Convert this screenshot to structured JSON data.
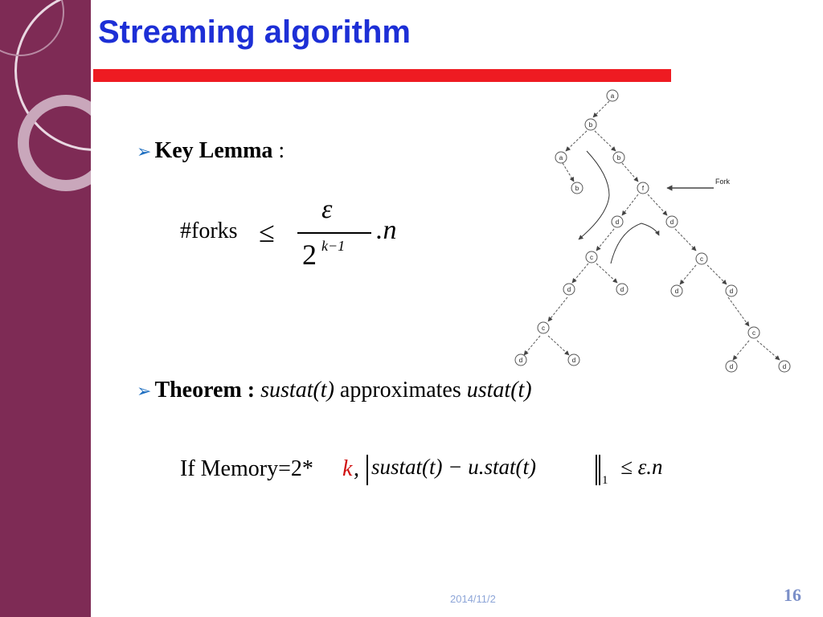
{
  "slide": {
    "title": "Streaming algorithm",
    "bullet1": {
      "label": "Key Lemma",
      "suffix": " :"
    },
    "lemma": {
      "lhs": "#forks",
      "op": "≤",
      "numerator": "ε",
      "denominator_base": "2",
      "denominator_exp": "k−1",
      "tail": ".n"
    },
    "bullet2": {
      "label": "Theorem :",
      "subject": "sustat(t)",
      "verb": " approximates ",
      "object": "ustat(t)"
    },
    "condition": {
      "prefix": "If Memory=2*",
      "k": "k",
      "comma": ",",
      "expr": "sustat(t) − u.stat(t)",
      "norm_sub": "1",
      "rhs": "≤ ε.n"
    },
    "date": "2014/11/2",
    "page": "16"
  },
  "tree": {
    "nodes": [
      "a",
      "b",
      "a",
      "b",
      "b",
      "f",
      "d",
      "d",
      "c",
      "c",
      "d",
      "d",
      "d",
      "d",
      "c",
      "c",
      "d",
      "d",
      "d",
      "d"
    ],
    "fork_label": "Fork"
  },
  "colors": {
    "accent": "#1d2fd6",
    "bar": "#ee1b22",
    "sidebar": "#7e2b55"
  }
}
